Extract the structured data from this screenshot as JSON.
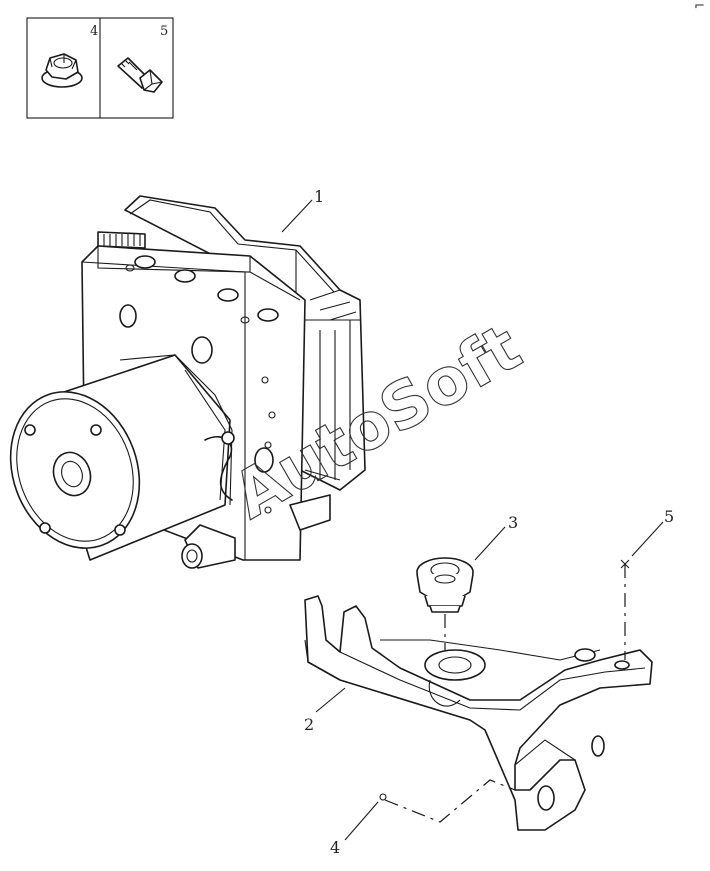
{
  "legend": {
    "items": [
      {
        "number": "4",
        "icon": "flange-nut-icon"
      },
      {
        "number": "5",
        "icon": "bolt-icon"
      }
    ]
  },
  "callouts": {
    "c1": "1",
    "c2": "2",
    "c3": "3",
    "c4": "4",
    "c5": "5"
  },
  "watermark": "AutoSoft",
  "corner_mark": "⌐"
}
